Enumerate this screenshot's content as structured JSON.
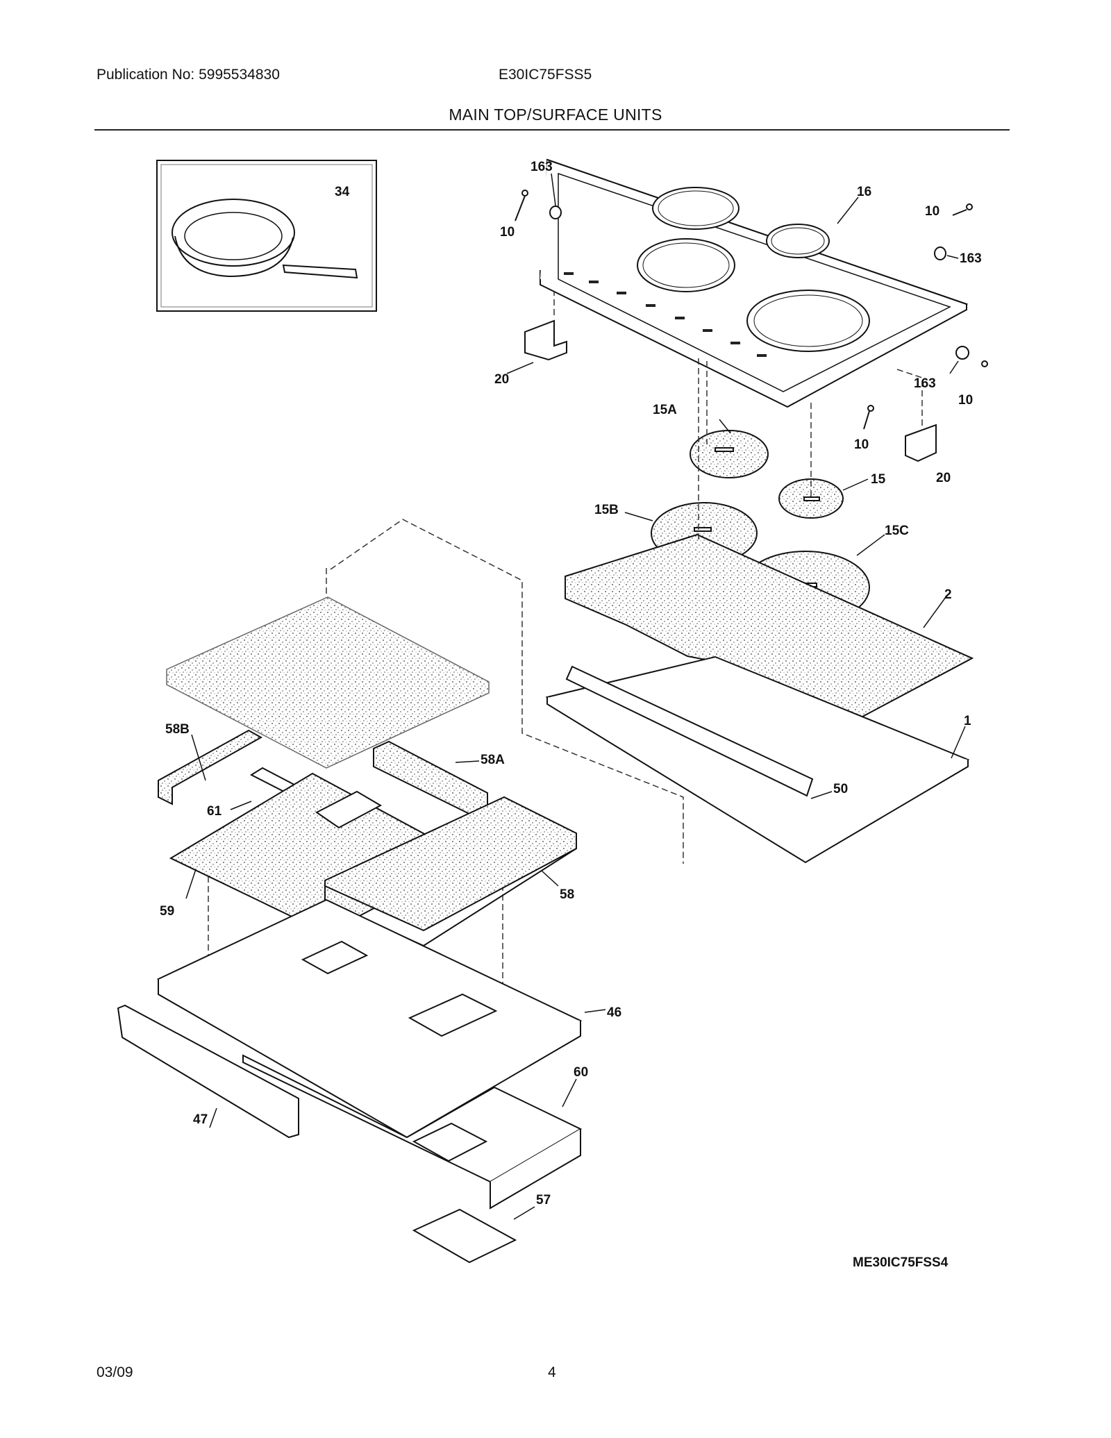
{
  "header": {
    "publication": "Publication No: 5995534830",
    "model": "E30IC75FSS5",
    "section_title": "MAIN TOP/SURFACE UNITS"
  },
  "callouts": {
    "c34": "34",
    "c163a": "163",
    "c10a": "10",
    "c16": "16",
    "c10b": "10",
    "c163b": "163",
    "c20a": "20",
    "c163c": "163",
    "c10c": "10",
    "c15A": "15A",
    "c10d": "10",
    "c20b": "20",
    "c15": "15",
    "c15B": "15B",
    "c15C": "15C",
    "c2": "2",
    "c1": "1",
    "c50": "50",
    "c58B": "58B",
    "c58A": "58A",
    "c61": "61",
    "c59": "59",
    "c58": "58",
    "c46": "46",
    "c47": "47",
    "c60": "60",
    "c57": "57"
  },
  "footer": {
    "diagram_code": "ME30IC75FSS4",
    "date": "03/09",
    "page": "4"
  }
}
